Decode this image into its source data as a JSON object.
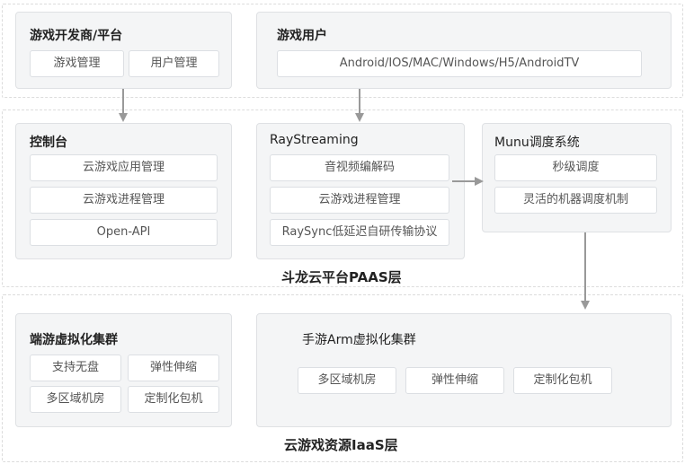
{
  "developer": {
    "title": "游戏开发商/平台",
    "items": [
      "游戏管理",
      "用户管理"
    ]
  },
  "users": {
    "title": "游戏用户",
    "platforms": "Android/IOS/MAC/Windows/H5/AndroidTV"
  },
  "console": {
    "title": "控制台",
    "items": [
      "云游戏应用管理",
      "云游戏进程管理",
      "Open-API"
    ]
  },
  "raystreaming": {
    "title": "RayStreaming",
    "items": [
      "音视频编解码",
      "云游戏进程管理",
      "RaySync低延迟自研传输协议"
    ]
  },
  "munu": {
    "title": "Munu调度系统",
    "items": [
      "秒级调度",
      "灵活的机器调度机制"
    ]
  },
  "paas_label": "斗龙云平台PAAS层",
  "pc_cluster": {
    "title": "端游虚拟化集群",
    "items": [
      "支持无盘",
      "弹性伸缩",
      "多区域机房",
      "定制化包机"
    ]
  },
  "arm_cluster": {
    "title": "手游Arm虚拟化集群",
    "items": [
      "多区域机房",
      "弹性伸缩",
      "定制化包机"
    ]
  },
  "iaas_label": "云游戏资源IaaS层",
  "colors": {
    "box_bg": "#f4f5f6",
    "border": "#dfe1e4",
    "arrow": "#999999"
  }
}
